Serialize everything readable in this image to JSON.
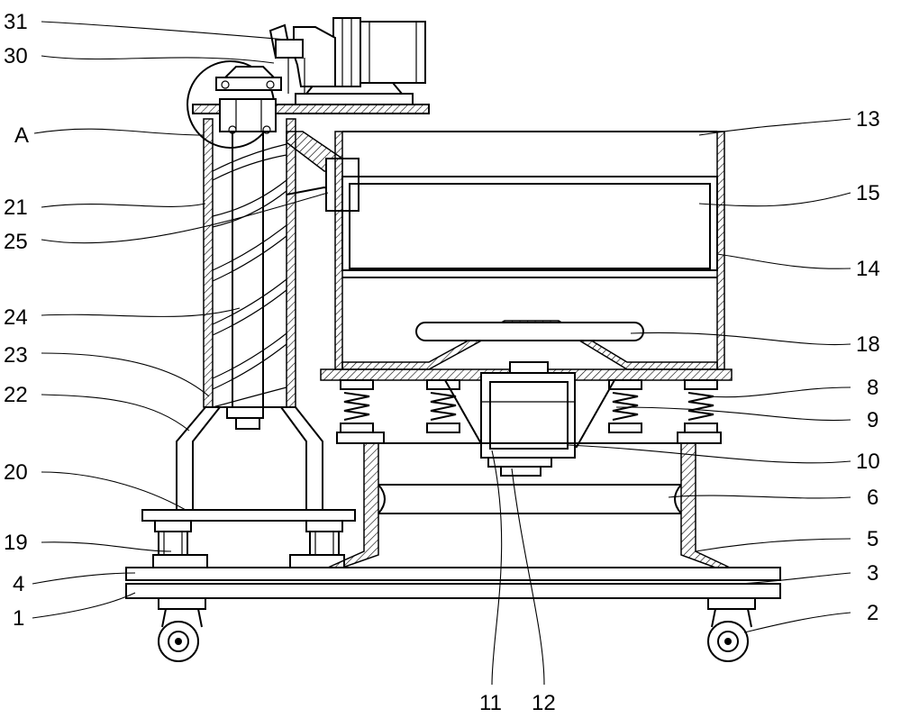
{
  "labels": {
    "l31": "31",
    "l30": "30",
    "lA": "A",
    "l21": "21",
    "l25": "25",
    "l24": "24",
    "l23": "23",
    "l22": "22",
    "l20": "20",
    "l19": "19",
    "l4": "4",
    "l1": "1",
    "l13": "13",
    "l15": "15",
    "l14": "14",
    "l18": "18",
    "l8": "8",
    "l9": "9",
    "l10": "10",
    "l6": "6",
    "l5": "5",
    "l3": "3",
    "l2": "2",
    "l11": "11",
    "l12": "12"
  }
}
